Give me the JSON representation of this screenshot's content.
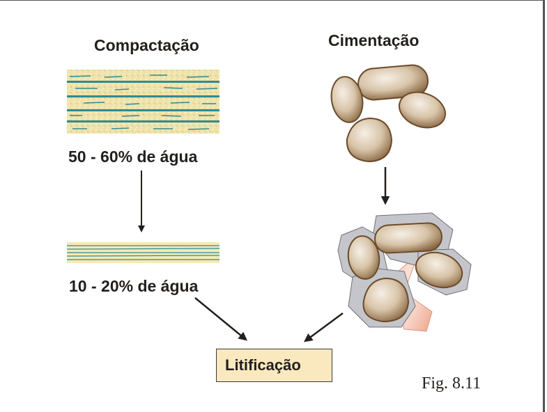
{
  "left_column": {
    "title": "Compactação",
    "before_label": "50 - 60% de água",
    "after_label": "10 - 20% de água",
    "sediment_colors": {
      "sand": "#efe2a8",
      "water_layer": "#2e8b93"
    }
  },
  "right_column": {
    "title": "Cimentação",
    "grain_color": "#d8c4a8",
    "grain_outline": "#6b4a2a",
    "cement_color": "#c4c6cb",
    "crystal_color": "#f4b8a4"
  },
  "result": {
    "label": "Litificação",
    "fill": "#fae8bf"
  },
  "caption": "Fig. 8.11"
}
